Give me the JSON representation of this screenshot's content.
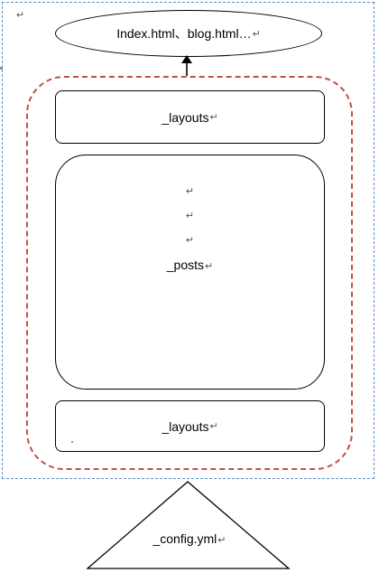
{
  "diagram": {
    "top_node": {
      "label": "Index.html、blog.html…",
      "mark": "↵"
    },
    "layouts_top": {
      "label": "_layouts",
      "mark": "↵"
    },
    "posts": {
      "label": "_posts",
      "mark": "↵",
      "blank_marks": [
        "↵",
        "↵",
        "↵"
      ]
    },
    "layouts_bottom": {
      "label": "_layouts",
      "mark": "↵"
    },
    "config": {
      "label": "_config.yml",
      "mark": "↵"
    },
    "corner_mark": "↵"
  },
  "colors": {
    "outer_frame": "#5b8fc7",
    "inner_frame": "#c0504d",
    "stroke": "#000000"
  }
}
